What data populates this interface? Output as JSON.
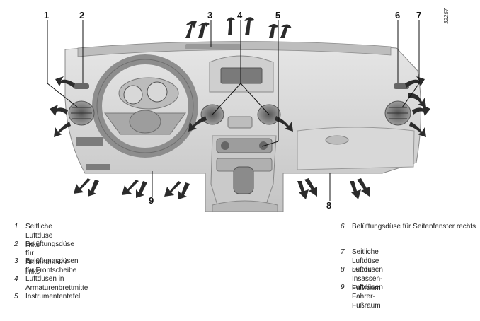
{
  "reference_code": "32257",
  "callouts": [
    "1",
    "2",
    "3",
    "4",
    "5",
    "6",
    "7",
    "8",
    "9"
  ],
  "legend_left": [
    {
      "num": "1",
      "text": "Seitliche Luftdüse links"
    },
    {
      "num": "2",
      "text": "Belüftungsdüse für Seitenfenster links"
    },
    {
      "num": "3",
      "text": "Belüftungsdüsen für Frontscheibe"
    },
    {
      "num": "4",
      "text": "Luftdüsen in Armaturenbrettmitte"
    },
    {
      "num": "5",
      "text": "Instrumententafel"
    }
  ],
  "legend_right": [
    {
      "num": "6",
      "text": "Belüftungsdüse für Seitenfenster rechts"
    },
    {
      "num": "7",
      "text": "Seitliche Luftdüse rechts"
    },
    {
      "num": "8",
      "text": "Luftdüsen Insassen-Fußraum"
    },
    {
      "num": "9",
      "text": "Luftdüsen Fahrer-Fußraum"
    }
  ],
  "colors": {
    "dashboard": "#d4d4d4",
    "dashboard_dark": "#b5b5b5",
    "arrow": "#2b2b2b",
    "leader": "#111111"
  }
}
